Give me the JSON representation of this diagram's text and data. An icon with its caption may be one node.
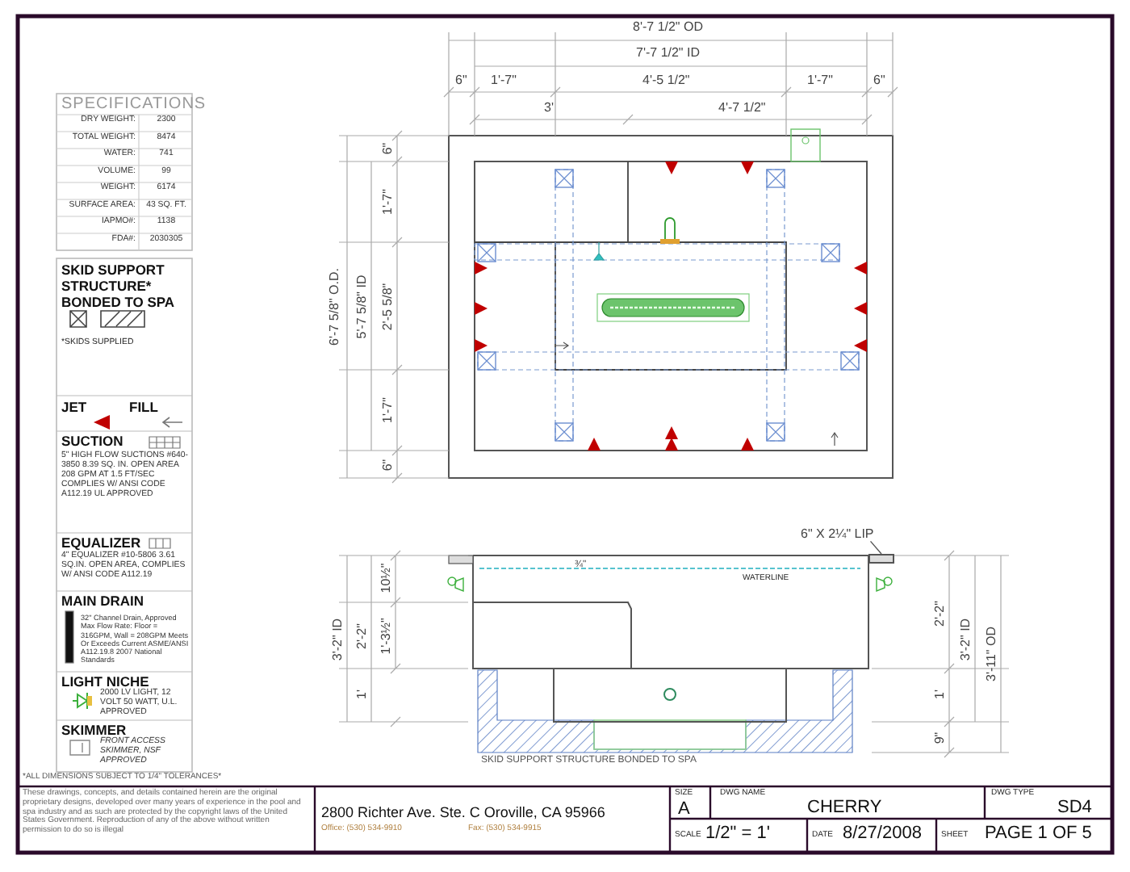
{
  "diagram": {
    "nodes": [
      {
        "text": [
          "6\" X 2¼\" LIP"
        ]
      },
      {
        "text": [],
        "shape": "box"
      }
    ],
    "edges": [
      {
        "from": 0,
        "to": 1,
        "arrow": "none"
      }
    ],
    "labels": [
      "SPECIFICATIONS",
      "DRY WEIGHT:",
      "2300",
      "TOTAL WEIGHT:",
      "8474",
      "WATER:",
      "741",
      "VOLUME:",
      "99",
      "WEIGHT:",
      "6174",
      "SURFACE AREA:",
      "43 SQ. FT.",
      "IAPMO#:",
      "1138",
      "FDA#:",
      "2030305",
      "SKID SUPPORT STRUCTURE* BONDED TO SPA",
      "*SKIDS SUPPLIED",
      "SUCTION",
      "5\" HIGH FLOW SUCTIONS #640-3850 8.39 SQ. IN. OPEN AREA 208 GPM AT 1.5 FT/SEC COMPLIES W/ ANSI CODE A112.19 UL APPROVED",
      "EQUALIZER",
      "4\" EQUALIZER #10-5806 3.61 SQ.IN. OPEN AREA, COMPLIES W/ ANSI CODE A112.19",
      "MAIN DRAIN",
      "32\" Channel Drain, Approved Max Flow Rate: Floor = 316GPM, Wall = 208GPM Meets Or Exceeds Current ASME/ANSI A112.19.8 2007 National Standards",
      "LIGHT NICHE",
      "2000 LV LIGHT, 12 VOLT 50 WATT, U.L. APPROVED",
      "SKIMMER",
      "FRONT ACCESS SKIMMER, NSF APPROVED",
      "8'-7 1/2\" OD",
      "7'-7 1/2\" ID",
      "6\"",
      "1'-7\"",
      "4'-5 1/2\"",
      "1'-7\"",
      "6\"",
      "3'",
      "4'-7 1/2\"",
      "6'-7 5/8\" O.D.",
      "5'-7 5/8\" ID",
      "6\"",
      "1'-7\"",
      "2'-5 5/8\"",
      "1'-7\"",
      "6\"",
      "10½\"",
      "3'-2\" ID",
      "2'-2\"",
      "1'-3½\"",
      "1'",
      "¾\"",
      "WATERLINE",
      "2'-2\"",
      "3'-2\" ID",
      "3'-11\" OD",
      "1'",
      "9\"",
      "SKID SUPPORT STRUCTURE BONDED TO SPA",
      "*ALL DIMENSIONS SUBJECT TO 1/4\" TOLERANCES*",
      "These drawings, concepts, and details contained herein are the original proprietary designs, developed over many years of experience in the pool and spa industry and as such are protected by the copyright laws of the United States Government. Reproduction of any of the above without written permission to do so is illegal",
      "2800 Richter Ave. Ste. C Oroville, CA 95966",
      "Office: (530) 534-9910",
      "Fax: (530) 534-9915",
      "SIZE",
      "A",
      "DWG NAME",
      "CHERRY",
      "DWG TYPE",
      "SD4",
      "SCALE",
      "1/2\" = 1'",
      "DATE",
      "8/27/2008",
      "SHEET",
      "PAGE 1 OF 5"
    ],
    "legend": [
      {
        "text": "JET"
      },
      {
        "text": "FILL"
      }
    ]
  }
}
